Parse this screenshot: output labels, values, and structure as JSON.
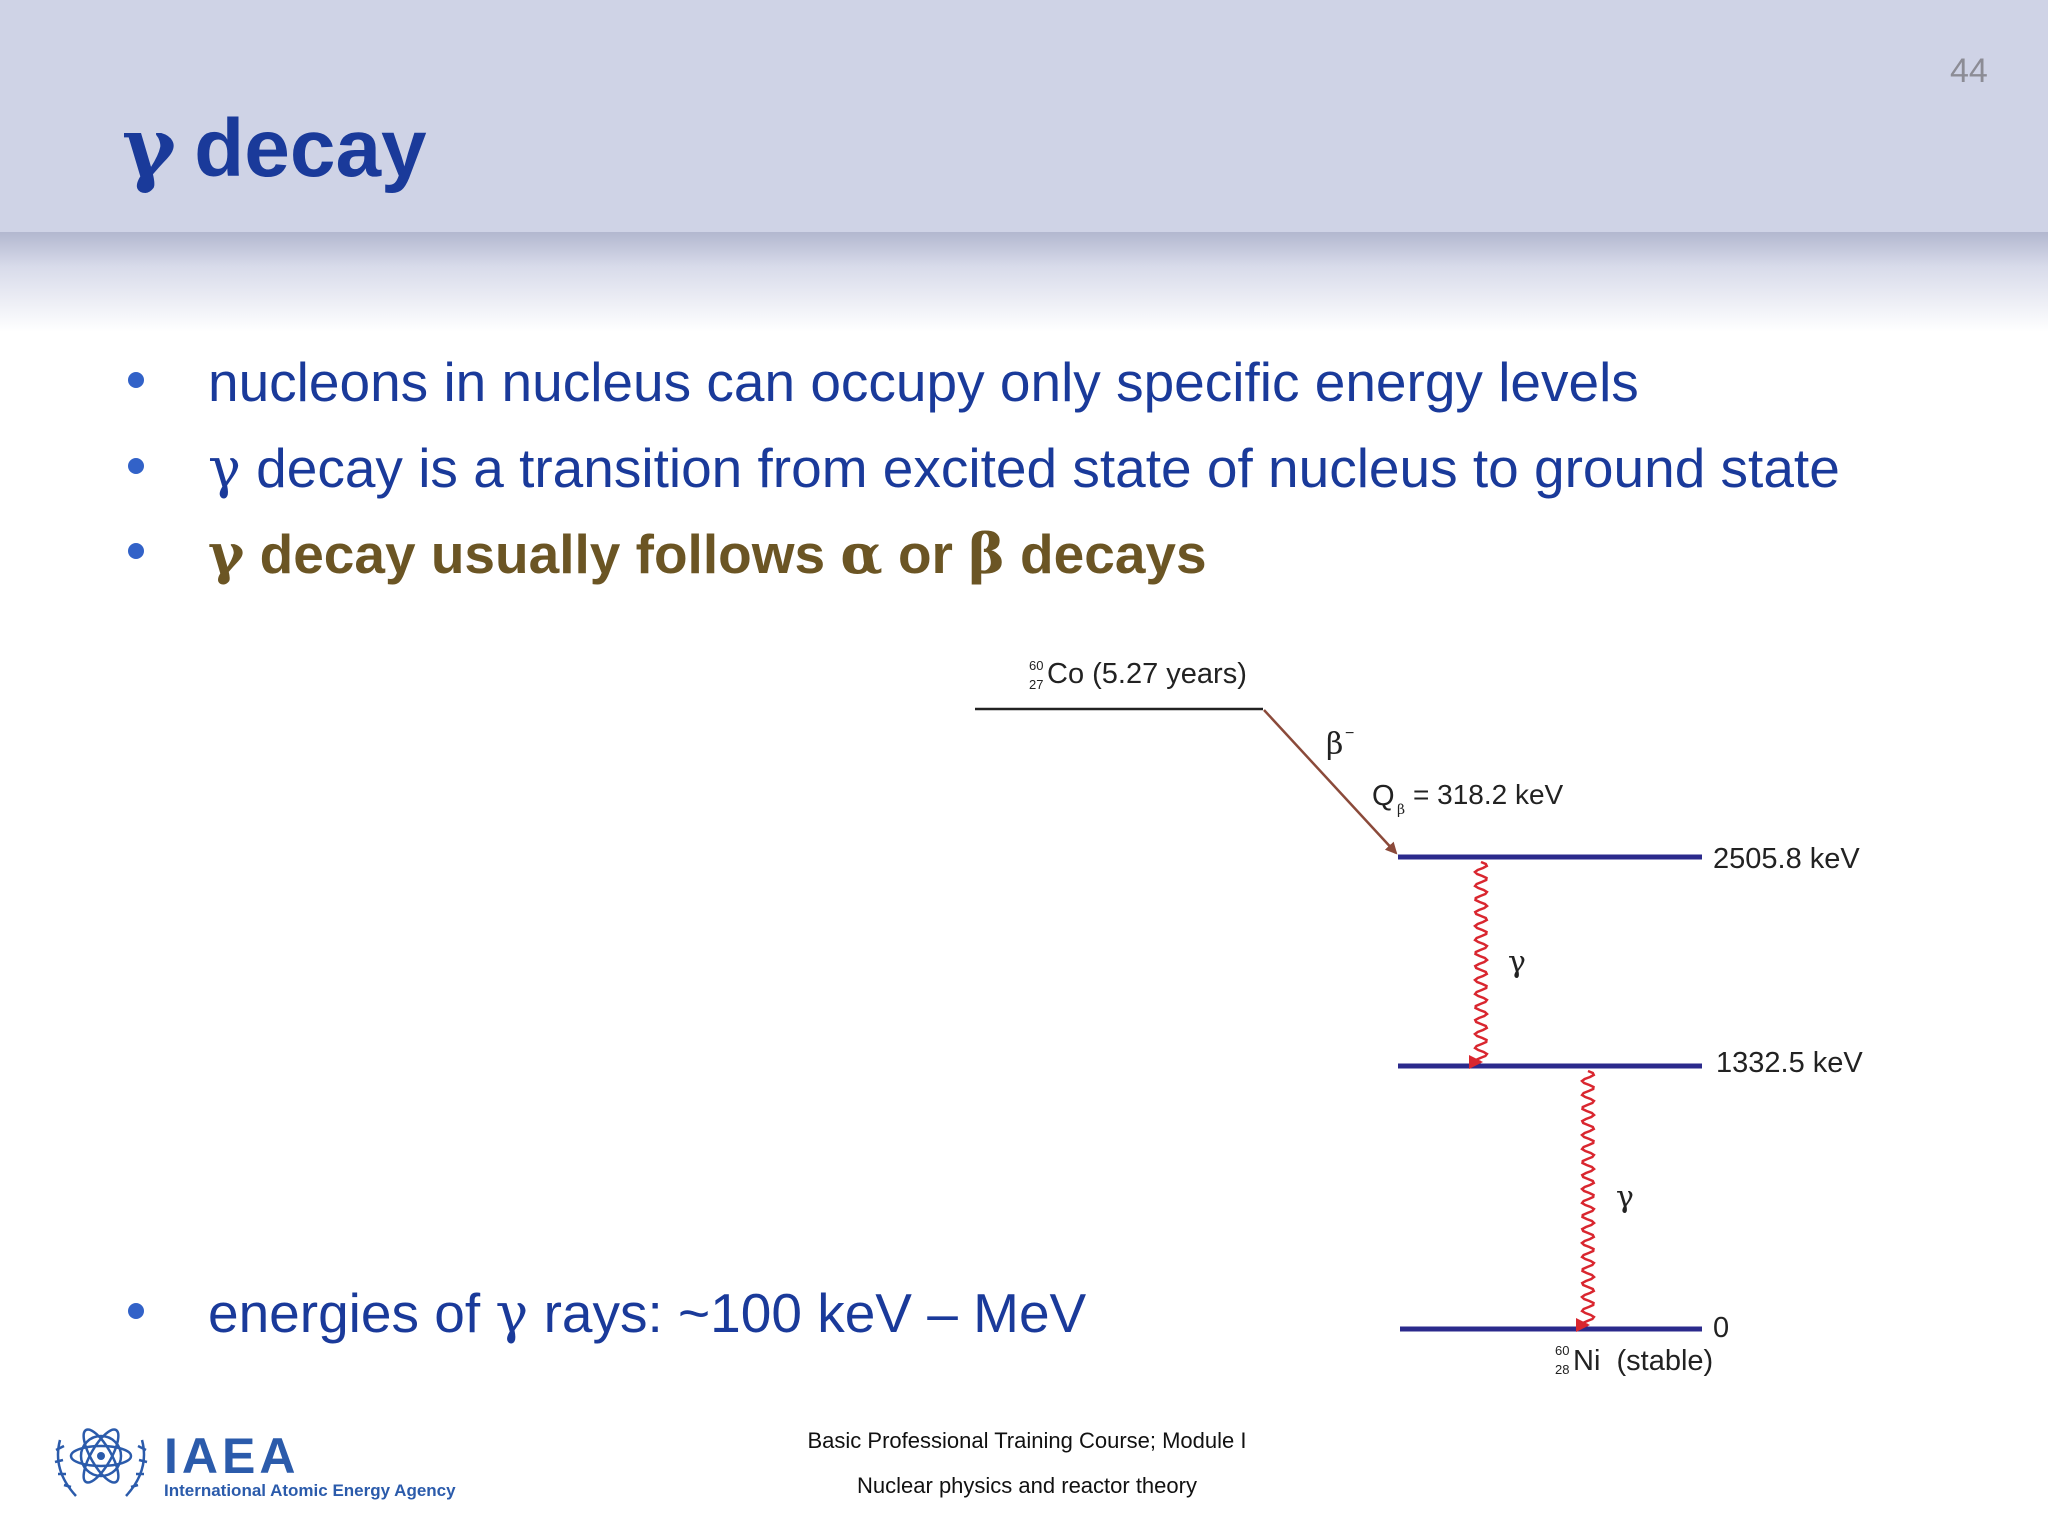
{
  "slide": {
    "page_number": "44",
    "title_symbol": "γ",
    "title_text": "decay"
  },
  "bullets": [
    {
      "prefix": "",
      "text": "nucleons in nucleus can occupy only specific energy levels"
    },
    {
      "prefix": "γ",
      "text": "decay is a transition from excited state of nucleus to ground state"
    },
    {
      "parts": [
        "γ",
        "decay usually follows",
        "α",
        "or",
        "β",
        "decays"
      ]
    },
    {
      "parts": [
        "energies of",
        "γ",
        "rays: ~100 keV – MeV"
      ]
    }
  ],
  "diagram": {
    "parent": {
      "mass": "60",
      "atomic": "27",
      "label": "Co (5.27 years)"
    },
    "beta_label": "β",
    "beta_superscript": "−",
    "q_label": "Q",
    "q_subscript": "β",
    "q_value": "= 318.2 keV",
    "levels": [
      {
        "energy": "2505.8 keV"
      },
      {
        "energy": "1332.5 keV"
      },
      {
        "energy": "0"
      }
    ],
    "gamma_label": "γ",
    "daughter": {
      "mass": "60",
      "atomic": "28",
      "label": "Ni  (stable)"
    },
    "colors": {
      "level_line": "#2b2a8c",
      "gamma_arrow": "#d9262f",
      "beta_arrow": "#8b4a3a"
    }
  },
  "logo": {
    "name": "IAEA",
    "subtitle": "International Atomic Energy Agency"
  },
  "footer": {
    "line1": "Basic Professional Training Course; Module I",
    "line2": "Nuclear physics and reactor theory"
  }
}
